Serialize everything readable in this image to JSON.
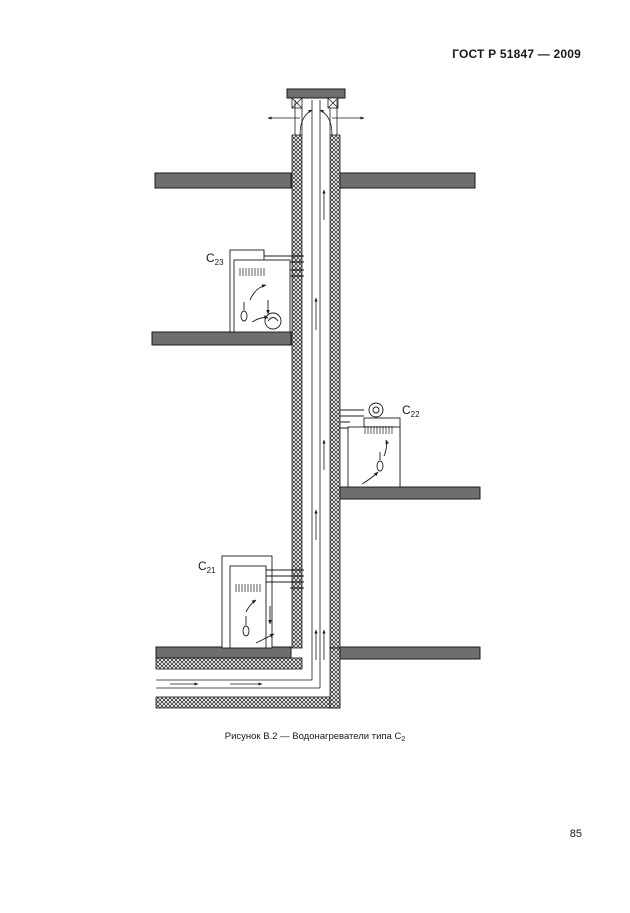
{
  "header": {
    "document_code": "ГОСТ Р 51847 — 2009"
  },
  "figure": {
    "labels": [
      {
        "main": "C",
        "sub": "23"
      },
      {
        "main": "C",
        "sub": "22"
      },
      {
        "main": "C",
        "sub": "21"
      }
    ]
  },
  "caption": {
    "text": "Рисунок В.2 — Водонагреватели типа С",
    "sub": "2"
  },
  "footer": {
    "page_number": "85"
  }
}
